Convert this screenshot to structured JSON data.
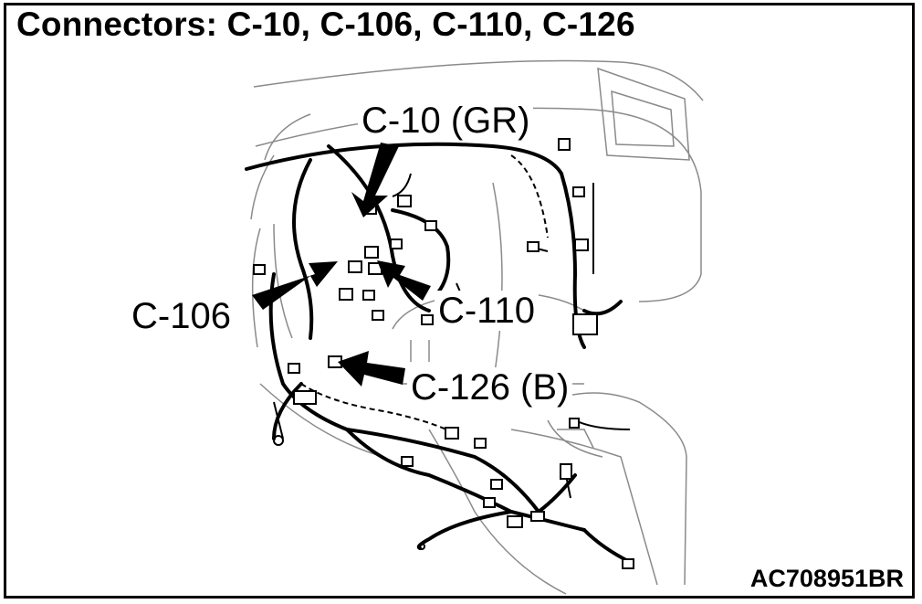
{
  "title": "Connectors: C-10, C-106, C-110, C-126",
  "figure_id": "AC708951BR",
  "callouts": {
    "c10": "C-10 (GR)",
    "c106": "C-106",
    "c110": "C-110",
    "c126": "C-126 (B)"
  },
  "colors": {
    "line": "#000000",
    "background": "#ffffff",
    "panel_line": "#888888"
  }
}
